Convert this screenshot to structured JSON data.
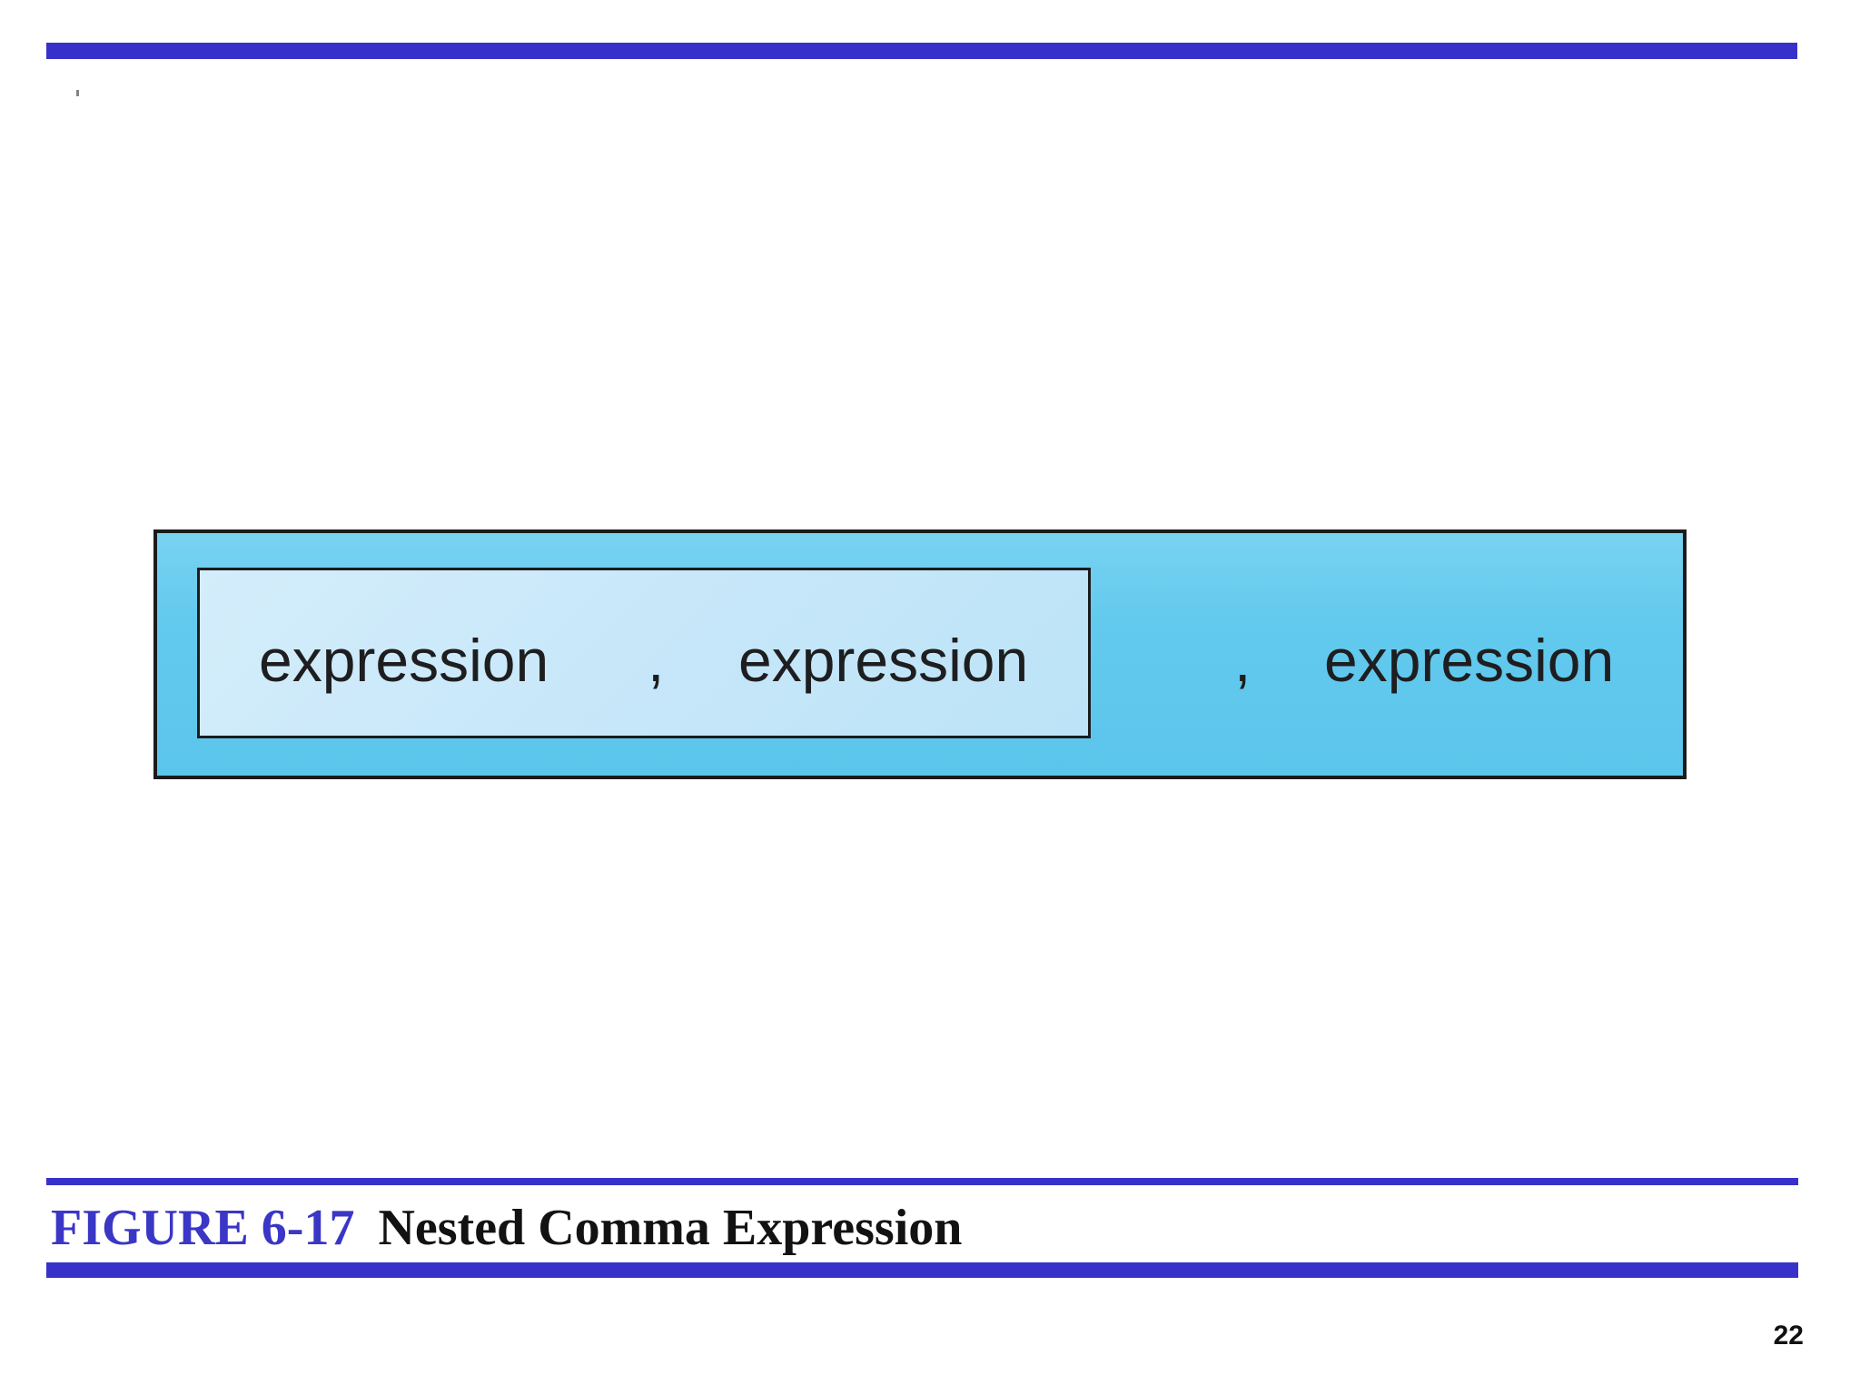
{
  "figure": {
    "inner_box": {
      "expression_1": "expression",
      "comma": ",",
      "expression_2": "expression"
    },
    "outer_box": {
      "comma": ",",
      "expression_3": "expression"
    }
  },
  "caption": {
    "figure_label": "FIGURE 6-17",
    "figure_title": "Nested Comma Expression"
  },
  "footer": {
    "page_number": "22"
  },
  "colors": {
    "rule_blue": "#3831C9",
    "caption_label_blue": "#3A36C6",
    "caption_title_black": "#121212",
    "outer_box_fill": "#63CAEE",
    "inner_box_fill": "#C9E8FA",
    "box_border": "#1B1B1D",
    "diagram_text": "#1E1E20"
  }
}
